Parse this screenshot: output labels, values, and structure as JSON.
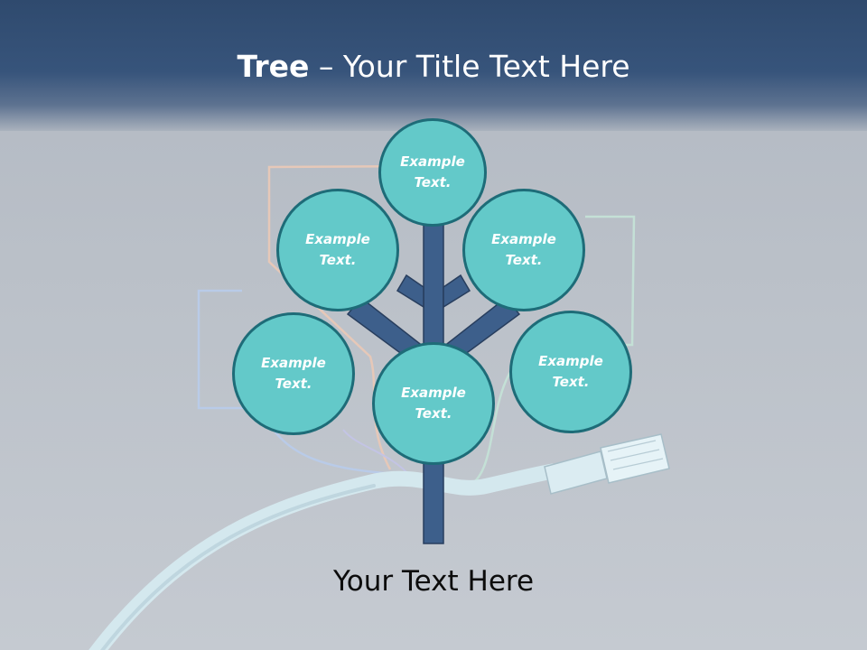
{
  "title": {
    "bold": "Tree",
    "dash": " – ",
    "rest": "Your Title Text Here"
  },
  "nodes": [
    {
      "label": "Example Text."
    },
    {
      "label": "Example Text."
    },
    {
      "label": "Example Text."
    },
    {
      "label": "Example Text."
    },
    {
      "label": "Example Text."
    },
    {
      "label": "Example Text."
    }
  ],
  "caption": "Your Text Here",
  "colors": {
    "header": "#37547b",
    "node_fill": "#63c9c9",
    "node_border": "#1e6c78",
    "trunk": "#3d5f8b",
    "cable": "#d4e8ee"
  }
}
